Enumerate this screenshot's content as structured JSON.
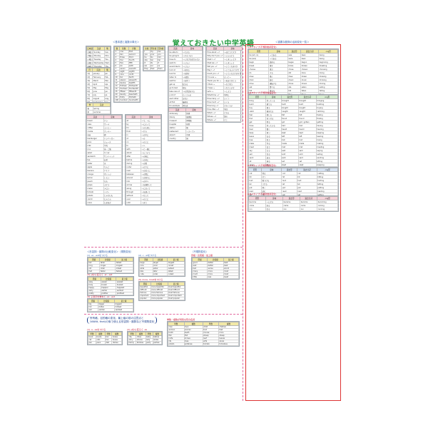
{
  "title": "覚えておきたい中学英語",
  "headings": {
    "basic_words": "＜基本語と複数の単元＞",
    "verb_forms": "＜重要な動詞の活用変化一覧＞",
    "comparatives": "＜形容詞・副詞の比較変化＞（規則変化）",
    "irregular_comp": "（不規則変化）",
    "plurals_note_1": "所有格、目的格の変化、最上級の前の注意点と",
    "plurals_note_2": "(WANt, that)の後で使える形容詞・副詞など不規則変化",
    "verb_group_1": "A-B-Cタイプ(不規則動詞変化)",
    "verb_group_2": "A-B-Bタイプ(不規則動詞変化)",
    "verb_group_3": "A-A-Aタイプ(不規則動詞変化)",
    "verb_group_4": "A-B-Aタイプ(不規則動詞変化)",
    "regular_ed": "規則動詞(-ed)の変化"
  },
  "colors": {
    "title_green": "#1e9a3c",
    "heading_blue": "#2a5caa",
    "caption_red": "#c8102e",
    "divider_pink": "#e26aa0",
    "header_yellow": "#f2e9a6"
  },
  "days": {
    "headers": [
      "日本語",
      "英語",
      "略"
    ],
    "rows": [
      [
        "日曜日",
        "Sunday",
        "Sun."
      ],
      [
        "月曜日",
        "Monday",
        "Mon."
      ],
      [
        "火曜日",
        "Tuesday",
        "Tue."
      ],
      [
        "水曜日",
        "Wednesday",
        "Wed."
      ],
      [
        "木曜日",
        "Thursday",
        "Thu."
      ],
      [
        "金曜日",
        "Friday",
        "Fri."
      ],
      [
        "土曜日",
        "Saturday",
        "Sat."
      ]
    ]
  },
  "months": {
    "headers": [
      "月",
      "英語",
      "略"
    ],
    "rows": [
      [
        "1月",
        "January",
        "Jan."
      ],
      [
        "2月",
        "February",
        "Feb."
      ],
      [
        "3月",
        "March",
        "Mar."
      ],
      [
        "4月",
        "April",
        "Apr."
      ],
      [
        "5月",
        "May",
        "May"
      ],
      [
        "6月",
        "June",
        "Jun."
      ],
      [
        "7月",
        "July",
        "Jul."
      ],
      [
        "8月",
        "August",
        "Aug."
      ],
      [
        "9月",
        "September",
        "Sep."
      ],
      [
        "10月",
        "October",
        "Oct."
      ],
      [
        "11月",
        "November",
        "Nov."
      ],
      [
        "12月",
        "December",
        "Dec."
      ]
    ]
  },
  "seasons": {
    "headers": [
      "季",
      "英語"
    ],
    "rows": [
      [
        "春",
        "spring"
      ],
      [
        "夏",
        "summer"
      ],
      [
        "秋",
        "fall"
      ],
      [
        "冬",
        "winter"
      ]
    ]
  },
  "numbers": {
    "headers": [
      "数",
      "基数",
      "序数"
    ],
    "rows": [
      [
        "1",
        "one",
        "first"
      ],
      [
        "2",
        "two",
        "second"
      ],
      [
        "3",
        "three",
        "third"
      ],
      [
        "4",
        "four",
        "fourth"
      ],
      [
        "5",
        "five",
        "fifth"
      ],
      [
        "6",
        "six",
        "sixth"
      ],
      [
        "7",
        "seven",
        "seventh"
      ],
      [
        "8",
        "eight",
        "eighth"
      ],
      [
        "9",
        "nine",
        "ninth"
      ],
      [
        "10",
        "ten",
        "tenth"
      ],
      [
        "11",
        "eleven",
        "eleventh"
      ],
      [
        "12",
        "twelve",
        "twelfth"
      ],
      [
        "13",
        "thirteen",
        "thirteenth"
      ],
      [
        "14",
        "fourteen",
        "fourteenth"
      ],
      [
        "15",
        "fifteen",
        "fifteenth"
      ],
      [
        "20",
        "twenty",
        "twentieth"
      ],
      [
        "30",
        "thirty",
        "thirtieth"
      ],
      [
        "100",
        "hundred",
        "hundredth"
      ]
    ]
  },
  "pronouns": {
    "headers": [
      "主格",
      "所有格",
      "目的格"
    ],
    "rows": [
      [
        "I",
        "my",
        "me"
      ],
      [
        "you",
        "your",
        "you"
      ],
      [
        "he",
        "his",
        "him"
      ],
      [
        "she",
        "her",
        "her"
      ],
      [
        "it",
        "its",
        "it"
      ],
      [
        "we",
        "our",
        "us"
      ],
      [
        "they",
        "their",
        "them"
      ]
    ]
  },
  "vocab_a": {
    "headers": [
      "英語",
      "意味"
    ],
    "rows": [
      [
        "bread",
        "パン"
      ],
      [
        "cake",
        "ケーキ"
      ],
      [
        "coffee",
        "コーヒー"
      ],
      [
        "cookie",
        "クッキー"
      ],
      [
        "egg",
        "卵"
      ],
      [
        "hamburger",
        "ハンバーガー"
      ],
      [
        "juice",
        "ジュース"
      ],
      [
        "milk",
        "牛乳"
      ],
      [
        "rice",
        "米・ご飯"
      ],
      [
        "salad",
        "サラダ"
      ],
      [
        "sandwich",
        "サンドイッチ"
      ],
      [
        "tea",
        "お茶"
      ],
      [
        "water",
        "水"
      ],
      [
        "apple",
        "りんご"
      ],
      [
        "banana",
        "バナナ"
      ],
      [
        "orange",
        "オレンジ"
      ],
      [
        "lemon",
        "レモン"
      ],
      [
        "peach",
        "もも"
      ],
      [
        "grape",
        "ぶどう"
      ],
      [
        "melon",
        "メロン"
      ],
      [
        "tomato",
        "トマト"
      ],
      [
        "potato",
        "じゃがいも"
      ],
      [
        "carrot",
        "にんじん"
      ],
      [
        "onion",
        "たまねぎ"
      ]
    ]
  },
  "vocab_b": {
    "headers": [
      "英語",
      "意味"
    ],
    "rows": [
      [
        "at",
        "〜で、〜に"
      ],
      [
        "by",
        "〜によって"
      ],
      [
        "for",
        "〜のために"
      ],
      [
        "from",
        "〜から"
      ],
      [
        "in",
        "〜の中に"
      ],
      [
        "of",
        "〜の"
      ],
      [
        "on",
        "〜の上に"
      ],
      [
        "to",
        "〜へ"
      ],
      [
        "with",
        "〜と一緒に"
      ],
      [
        "about",
        "〜について"
      ],
      [
        "after",
        "〜の後に"
      ],
      [
        "before",
        "〜の前に"
      ],
      [
        "during",
        "〜の間"
      ],
      [
        "under",
        "〜の下に"
      ],
      [
        "near",
        "〜の近くに"
      ],
      [
        "between",
        "〜の間に"
      ],
      [
        "around",
        "〜の周りに"
      ],
      [
        "into",
        "〜の中へ"
      ],
      [
        "across",
        "〜を横切って"
      ],
      [
        "along",
        "〜に沿って"
      ],
      [
        "through",
        "〜を通って"
      ],
      [
        "without",
        "〜なしで"
      ],
      [
        "over",
        "〜の上に"
      ],
      [
        "until",
        "〜まで"
      ]
    ]
  },
  "vocab_c": {
    "headers": [
      "英語",
      "意味"
    ],
    "rows": [
      [
        "be able to",
        "〜できる"
      ],
      [
        "be going to",
        "〜するつもり"
      ],
      [
        "have to",
        "〜しなければならない"
      ],
      [
        "want to",
        "〜したい"
      ],
      [
        "would like to",
        "〜したい"
      ],
      [
        "look at",
        "〜を見る"
      ],
      [
        "look for",
        "〜を探す"
      ],
      [
        "listen to",
        "〜を聞く"
      ],
      [
        "wait for",
        "〜を待つ"
      ],
      [
        "get up",
        "起きる"
      ],
      [
        "go to bed",
        "寝る"
      ],
      [
        "take care of",
        "〜の世話をする"
      ],
      [
        "a lot of",
        "たくさんの"
      ],
      [
        "each other",
        "お互い"
      ],
      [
        "at first",
        "最初は"
      ],
      [
        "for example",
        "例えば"
      ],
      [
        "of course",
        "もちろん"
      ],
      [
        "in front of",
        "〜の前に"
      ],
      [
        "at last",
        "ついに"
      ],
      [
        "after school",
        "放課後"
      ]
    ]
  },
  "vocab_d": {
    "headers": [
      "英語",
      "意味"
    ],
    "rows": [
      [
        "How about 〜?",
        "〜はどうですか"
      ],
      [
        "Why don't you 〜?",
        "〜したらどう"
      ],
      [
        "Shall I 〜?",
        "〜しましょうか"
      ],
      [
        "Shall we 〜?",
        "〜しましょう"
      ],
      [
        "Will you 〜?",
        "〜してくれますか"
      ],
      [
        "May I 〜?",
        "〜してもいいですか"
      ],
      [
        "Could you 〜?",
        "〜していただけますか"
      ],
      [
        "I'm sure 〜",
        "きっと〜"
      ],
      [
        "Thank you for 〜",
        "〜をありがとう"
      ],
      [
        "I think 〜",
        "〜だと思う"
      ],
      [
        "I hope 〜",
        "〜だといいな"
      ],
      [
        "Let's 〜",
        "〜しよう"
      ],
      [
        "What time 〜?",
        "何時に"
      ],
      [
        "How many 〜?",
        "いくつ"
      ],
      [
        "How much 〜?",
        "いくら"
      ],
      [
        "How long 〜?",
        "どのくらい"
      ],
      [
        "How often 〜?",
        "何回"
      ],
      [
        "Which 〜?",
        "どちら"
      ],
      [
        "Whose 〜?",
        "誰の"
      ],
      [
        "Where 〜?",
        "どこ"
      ]
    ]
  },
  "verbs_abc": {
    "caption": "A-B-Cタイプ(不規則動詞変化)",
    "headers": [
      "原形",
      "意味",
      "過去形",
      "過去分詞",
      "-ing形"
    ],
    "rows": [
      [
        "be (am, is)",
        "〜である",
        "was",
        "been",
        "being"
      ],
      [
        "be (are)",
        "〜である",
        "were",
        "been",
        "being"
      ],
      [
        "begin",
        "始める",
        "began",
        "begun",
        "beginning"
      ],
      [
        "break",
        "壊す",
        "broke",
        "broken",
        "breaking"
      ],
      [
        "choose",
        "選ぶ",
        "chose",
        "chosen",
        "choosing"
      ],
      [
        "do",
        "する",
        "did",
        "done",
        "doing"
      ],
      [
        "draw",
        "描く",
        "drew",
        "drawn",
        "drawing"
      ],
      [
        "drink",
        "飲む",
        "drank",
        "drunk",
        "drinking"
      ],
      [
        "drive",
        "運転する",
        "drove",
        "driven",
        "driving"
      ],
      [
        "eat",
        "食べる",
        "ate",
        "eaten",
        "eating"
      ],
      [
        "fall",
        "落ちる",
        "fell",
        "fallen",
        "falling"
      ],
      [
        "fly",
        "飛ぶ",
        "flew",
        "flown",
        "flying"
      ],
      [
        "forget",
        "忘れる",
        "forgot",
        "forgotten",
        "forgetting"
      ],
      [
        "give",
        "与える",
        "gave",
        "given",
        "giving"
      ],
      [
        "go",
        "行く",
        "went",
        "gone",
        "going"
      ],
      [
        "know",
        "知っている",
        "knew",
        "known",
        "knowing"
      ]
    ]
  },
  "verbs_abb": {
    "caption": "A-B-Bタイプ(不規則動詞変化)",
    "headers": [
      "原形",
      "意味",
      "過去形",
      "過去分詞",
      "-ing形"
    ],
    "rows": [
      [
        "bring",
        "持ってくる",
        "brought",
        "brought",
        "bringing"
      ],
      [
        "build",
        "建てる",
        "built",
        "built",
        "building"
      ],
      [
        "buy",
        "買う",
        "bought",
        "bought",
        "buying"
      ],
      [
        "catch",
        "捕まえる",
        "caught",
        "caught",
        "catching"
      ],
      [
        "feel",
        "感じる",
        "felt",
        "felt",
        "feeling"
      ],
      [
        "find",
        "見つける",
        "found",
        "found",
        "finding"
      ],
      [
        "get",
        "得る",
        "got",
        "got / gotten",
        "getting"
      ],
      [
        "have",
        "持っている",
        "had",
        "had",
        "having"
      ],
      [
        "hear",
        "聞く",
        "heard",
        "heard",
        "hearing"
      ],
      [
        "keep",
        "保つ",
        "kept",
        "kept",
        "keeping"
      ],
      [
        "leave",
        "去る",
        "left",
        "left",
        "leaving"
      ],
      [
        "lose",
        "失う",
        "lost",
        "lost",
        "losing"
      ],
      [
        "make",
        "作る",
        "made",
        "made",
        "making"
      ],
      [
        "meet",
        "会う",
        "met",
        "met",
        "meeting"
      ],
      [
        "say",
        "言う",
        "said",
        "said",
        "saying"
      ],
      [
        "sell",
        "売る",
        "sold",
        "sold",
        "selling"
      ],
      [
        "send",
        "送る",
        "sent",
        "sent",
        "sending"
      ],
      [
        "sit",
        "座る",
        "sat",
        "sat",
        "sitting"
      ],
      [
        "sleep",
        "眠る",
        "slept",
        "slept",
        "sleeping"
      ],
      [
        "spend",
        "過ごす",
        "spent",
        "spent",
        "spending"
      ],
      [
        "stand",
        "立つ",
        "stood",
        "stood",
        "standing"
      ],
      [
        "teach",
        "教える",
        "taught",
        "taught",
        "teaching"
      ],
      [
        "tell",
        "伝える",
        "told",
        "told",
        "telling"
      ],
      [
        "think",
        "思う",
        "thought",
        "thought",
        "thinking"
      ],
      [
        "understand",
        "理解する",
        "understood",
        "understood",
        "understanding"
      ],
      [
        "win",
        "勝つ",
        "won",
        "won",
        "winning"
      ]
    ]
  },
  "verbs_aaa": {
    "caption": "A-A-Aタイプ(不規則動詞変化)",
    "headers": [
      "原形",
      "意味",
      "過去形",
      "過去分詞",
      "-ing形"
    ],
    "rows": [
      [
        "cut",
        "切る",
        "cut",
        "cut",
        "cutting"
      ],
      [
        "hit",
        "打つ",
        "hit",
        "hit",
        "hitting"
      ],
      [
        "hurt",
        "傷つける",
        "hurt",
        "hurt",
        "hurting"
      ],
      [
        "let",
        "させる",
        "let",
        "let",
        "letting"
      ],
      [
        "put",
        "置く",
        "put",
        "put",
        "putting"
      ],
      [
        "read",
        "読む",
        "read",
        "read",
        "reading"
      ],
      [
        "set",
        "置く",
        "set",
        "set",
        "setting"
      ],
      [
        "shut",
        "閉める",
        "shut",
        "shut",
        "shutting"
      ]
    ]
  },
  "verbs_aba": {
    "caption": "A-B-Aタイプ(不規則動詞変化)",
    "headers": [
      "原形",
      "意味",
      "過去形",
      "過去分詞",
      "-ing形"
    ],
    "rows": [
      [
        "become",
        "〜になる",
        "became",
        "become",
        "becoming"
      ],
      [
        "come",
        "来る",
        "came",
        "come",
        "coming"
      ],
      [
        "run",
        "走る",
        "ran",
        "run",
        "running"
      ]
    ]
  },
  "comp_er": {
    "caption": "(1) -er, -estをつける",
    "headers": [
      "原級",
      "比較級",
      "最上級"
    ],
    "rows": [
      [
        "tall",
        "taller",
        "tallest"
      ],
      [
        "long",
        "longer",
        "longest"
      ],
      [
        "old",
        "older",
        "oldest"
      ],
      [
        "fast",
        "faster",
        "fastest"
      ]
    ]
  },
  "comp_r": {
    "caption": "(2) -r, -stをつける",
    "headers": [
      "原級",
      "比較級",
      "最上級"
    ],
    "rows": [
      [
        "large",
        "larger",
        "largest"
      ],
      [
        "nice",
        "nicer",
        "nicest"
      ],
      [
        "wide",
        "wider",
        "widest"
      ],
      [
        "late",
        "later",
        "latest"
      ],
      [
        "cute",
        "cuter",
        "cutest"
      ]
    ]
  },
  "comp_y": {
    "caption": "(3) yをiに変えて -er, -est",
    "headers": [
      "原級",
      "比較級",
      "最上級"
    ],
    "rows": [
      [
        "easy",
        "easier",
        "easiest"
      ],
      [
        "busy",
        "busier",
        "busiest"
      ],
      [
        "happy",
        "happier",
        "happiest"
      ],
      [
        "early",
        "earlier",
        "earliest"
      ],
      [
        "pretty",
        "prettier",
        "prettiest"
      ]
    ]
  },
  "comp_double": {
    "caption": "(4) 子音字を重ねて -er, -est",
    "headers": [
      "原級",
      "比較級",
      "最上級"
    ],
    "rows": [
      [
        "big",
        "bigger",
        "biggest"
      ],
      [
        "hot",
        "hotter",
        "hottest"
      ],
      [
        "sad",
        "sadder",
        "saddest"
      ]
    ]
  },
  "comp_more": {
    "caption": "(5) more, mostをつける",
    "headers": [
      "原級",
      "比較級",
      "最上級"
    ],
    "rows": [
      [
        "beautiful",
        "more beautiful",
        "most beautiful"
      ],
      [
        "difficult",
        "more difficult",
        "most difficult"
      ],
      [
        "famous",
        "more famous",
        "most famous"
      ],
      [
        "important",
        "more important",
        "most important"
      ],
      [
        "popular",
        "more popular",
        "most popular"
      ]
    ]
  },
  "comp_irregular": {
    "caption": "原級・比較級・最上級",
    "headers": [
      "原級",
      "比較級",
      "最上級"
    ],
    "rows": [
      [
        "good",
        "better",
        "best"
      ],
      [
        "well",
        "better",
        "best"
      ],
      [
        "bad",
        "worse",
        "worst"
      ],
      [
        "many",
        "more",
        "most"
      ],
      [
        "much",
        "more",
        "most"
      ],
      [
        "little",
        "less",
        "least"
      ]
    ]
  },
  "plural_s": {
    "caption": "(1) -s, -esをつける",
    "headers": [
      "単数",
      "複数",
      "単数",
      "複数"
    ],
    "rows": [
      [
        "book",
        "books",
        "box",
        "boxes"
      ],
      [
        "cat",
        "cats",
        "bus",
        "buses"
      ],
      [
        "pen",
        "pens",
        "dish",
        "dishes"
      ]
    ]
  },
  "plural_y": {
    "caption": "(2) yをiに変えて -es",
    "headers": [
      "単数",
      "複数",
      "単数",
      "複数"
    ],
    "rows": [
      [
        "city",
        "cities",
        "baby",
        "babies"
      ],
      [
        "story",
        "stories",
        "lady",
        "ladies"
      ],
      [
        "family",
        "families",
        "party",
        "parties"
      ]
    ]
  },
  "plural_irregular": {
    "caption": "単数・複数が特別な形の名詞",
    "headers": [
      "単数",
      "複数",
      "単数",
      "複数"
    ],
    "rows": [
      [
        "man",
        "men",
        "child",
        "children"
      ],
      [
        "woman",
        "women",
        "foot",
        "feet"
      ],
      [
        "tooth",
        "teeth",
        "mouse",
        "mice"
      ],
      [
        "fish",
        "fish",
        "sheep",
        "sheep"
      ],
      [
        "knife",
        "knives",
        "leaf",
        "leaves"
      ],
      [
        "life",
        "lives",
        "wife",
        "wives"
      ],
      [
        "potato",
        "potatoes",
        "tomato",
        "tomatoes"
      ]
    ]
  },
  "plural_extra": {
    "caption": "その他の重要な名詞",
    "headers": [
      "英語",
      "意味"
    ],
    "rows": [
      [
        "dictionary",
        "辞書"
      ],
      [
        "library",
        "図書館"
      ],
      [
        "museum",
        "博物館"
      ],
      [
        "hospital",
        "病院"
      ],
      [
        "station",
        "駅"
      ],
      [
        "restaurant",
        "レストラン"
      ],
      [
        "airport",
        "空港"
      ],
      [
        "country",
        "国"
      ]
    ]
  }
}
